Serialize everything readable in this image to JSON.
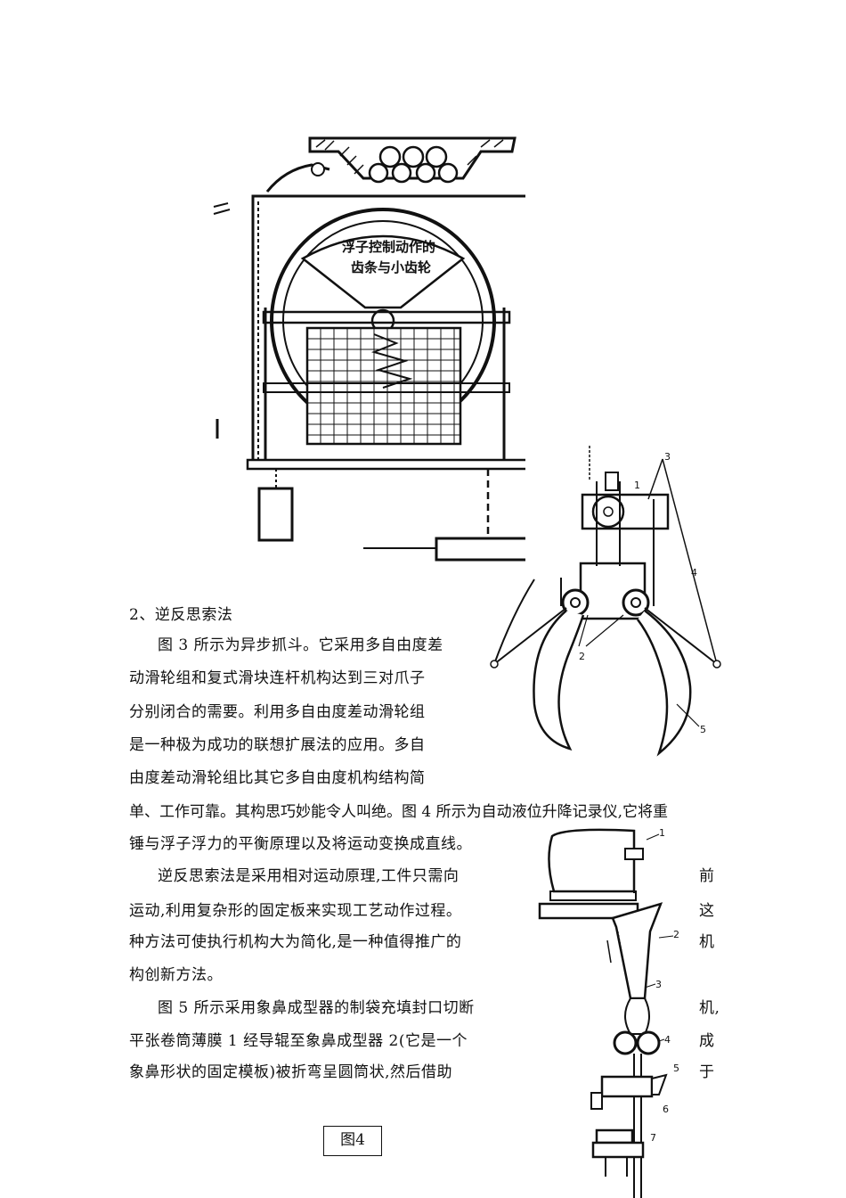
{
  "figure_top": {
    "callout_line1": "浮子控制动作的",
    "callout_line2": "齿条与小齿轮"
  },
  "figure_grab": {
    "labels": [
      "1",
      "2",
      "3",
      "4",
      "5"
    ]
  },
  "figure_bag": {
    "labels": [
      "1",
      "2",
      "3",
      "4",
      "5",
      "6",
      "7"
    ]
  },
  "text": {
    "heading": "2、逆反思索法",
    "p1": [
      "图 3 所示为异步抓斗。它采用多自由度差",
      "动滑轮组和复式滑块连杆机构达到三对爪子",
      "分别闭合的需要。利用多自由度差动滑轮组",
      "是一种极为成功的联想扩展法的应用。多自",
      "由度差动滑轮组比其它多自由度机构结构简"
    ],
    "p1_full": [
      "单、工作可靠。其构思巧妙能令人叫绝。图 4 所示为自动液位升降记录仪,它将重",
      "锤与浮子浮力的平衡原理以及将运动变换成直线。"
    ],
    "p2": [
      "逆反思索法是采用相对运动原理,工件只需向",
      "运动,利用复杂形的固定板来实现工艺动作过程。",
      "种方法可使执行机构大为简化,是一种值得推广的",
      "构创新方法。"
    ],
    "p3": [
      "图 5 所示采用象鼻成型器的制袋充填封口切断",
      "平张卷筒薄膜 1 经导辊至象鼻成型器 2(它是一个",
      "象鼻形状的固定模板)被折弯呈圆筒状,然后借助"
    ],
    "right_chars": [
      "前",
      "这",
      "机",
      "机,",
      "成",
      "于"
    ]
  },
  "caption": "图4"
}
